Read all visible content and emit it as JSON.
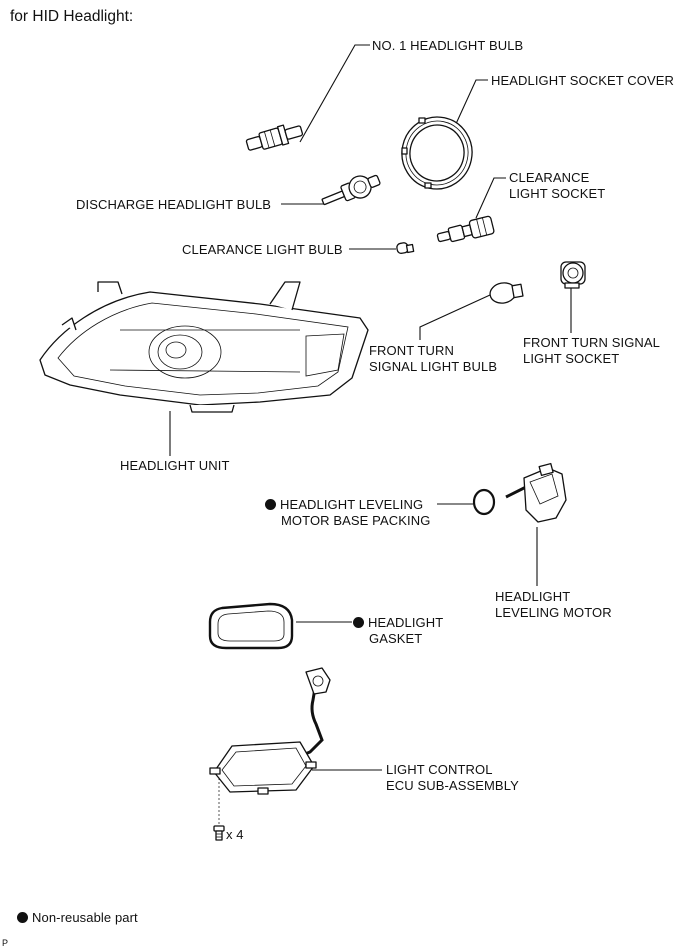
{
  "title": "for HID Headlight:",
  "labels": {
    "no1_bulb": "NO. 1 HEADLIGHT BULB",
    "socket_cover": "HEADLIGHT SOCKET COVER",
    "clearance_socket_1": "CLEARANCE",
    "clearance_socket_2": "LIGHT SOCKET",
    "discharge_bulb": "DISCHARGE HEADLIGHT BULB",
    "clearance_bulb": "CLEARANCE LIGHT BULB",
    "turn_bulb_1": "FRONT TURN",
    "turn_bulb_2": "SIGNAL LIGHT BULB",
    "turn_socket_1": "FRONT TURN SIGNAL",
    "turn_socket_2": "LIGHT SOCKET",
    "headlight_unit": "HEADLIGHT UNIT",
    "packing_1": "HEADLIGHT LEVELING",
    "packing_2": "MOTOR BASE PACKING",
    "leveling_motor_1": "HEADLIGHT",
    "leveling_motor_2": "LEVELING MOTOR",
    "gasket_1": "HEADLIGHT",
    "gasket_2": "GASKET",
    "ecu_1": "LIGHT CONTROL",
    "ecu_2": "ECU SUB-ASSEMBLY",
    "screw_qty": "x 4"
  },
  "legend": "Non-reusable part",
  "page_marker": "P"
}
